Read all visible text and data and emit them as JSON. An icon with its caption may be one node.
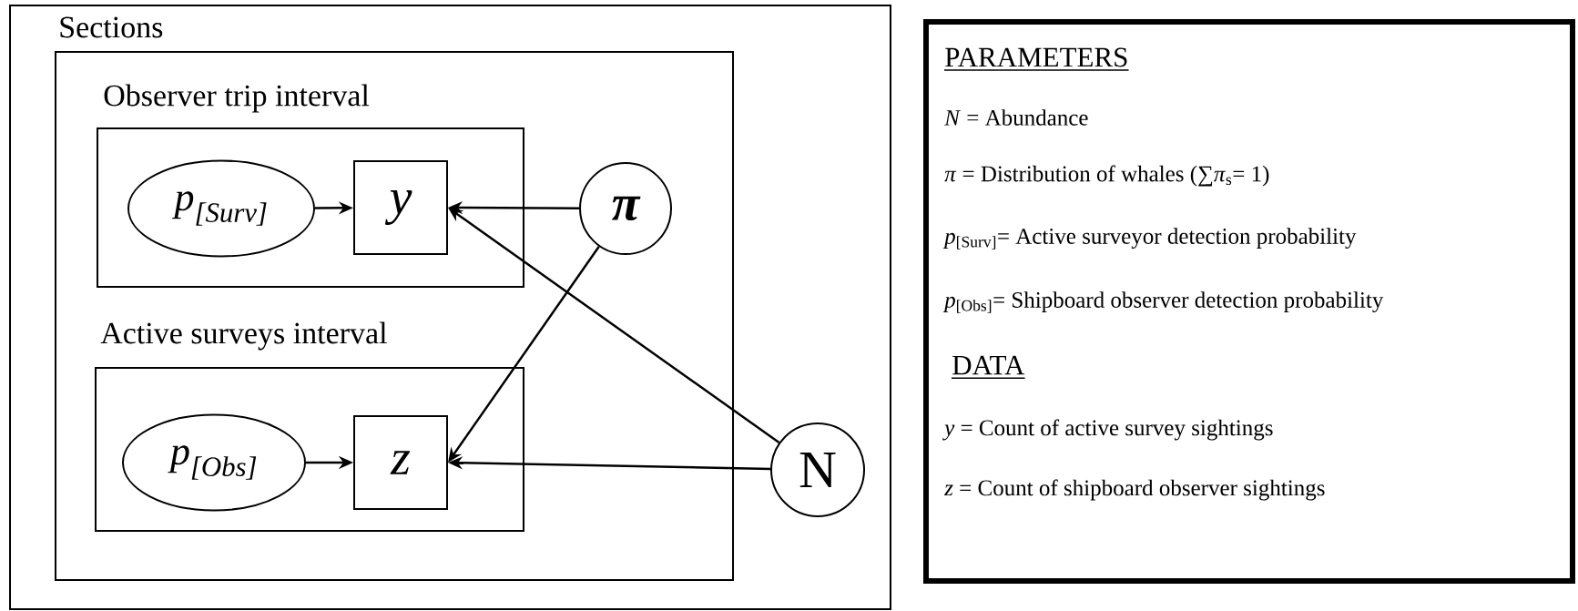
{
  "diagram": {
    "nodes": [
      {
        "text": [
          "Sections"
        ]
      },
      {
        "text": [],
        "shape": "box",
        "in": 0
      },
      {
        "text": [
          "Observer trip interval"
        ],
        "in": 1
      },
      {
        "text": [
          "p$_{[Surv]}$"
        ],
        "in": 2
      },
      {
        "text": [
          "y"
        ],
        "in": 2
      },
      {
        "text": [
          "Active surveys interval"
        ],
        "in": 1
      },
      {
        "text": [
          "p$_{[Obs]}$"
        ],
        "in": 5
      },
      {
        "text": [
          "z"
        ],
        "in": 5
      },
      {
        "text": [
          "π"
        ],
        "in": 1
      },
      {
        "text": [
          "N"
        ],
        "in": 0
      },
      {
        "text": [
          "PARAMETERS",
          "*N* = Abundance",
          "*π* = Distribution of whales (∑*π*$_{s}$= 1)",
          "*p*$_{[Surv]}$= Active surveyor detection probability",
          "*p*$_{[Obs]}$= Shipboard observer detection probability",
          "DATA",
          "*y* = Count of active survey sightings",
          "*z* = Count of shipboard observer sightings"
        ]
      }
    ],
    "edges": [
      {
        "from": 3,
        "to": 4,
        "arrow": "to"
      },
      {
        "from": 6,
        "to": 7,
        "arrow": "to"
      },
      {
        "from": 8,
        "to": 4,
        "arrow": "to"
      },
      {
        "from": 8,
        "to": 7,
        "arrow": "to"
      },
      {
        "from": 9,
        "to": 4,
        "arrow": "to"
      },
      {
        "from": 9,
        "to": 7,
        "arrow": "to"
      }
    ]
  }
}
